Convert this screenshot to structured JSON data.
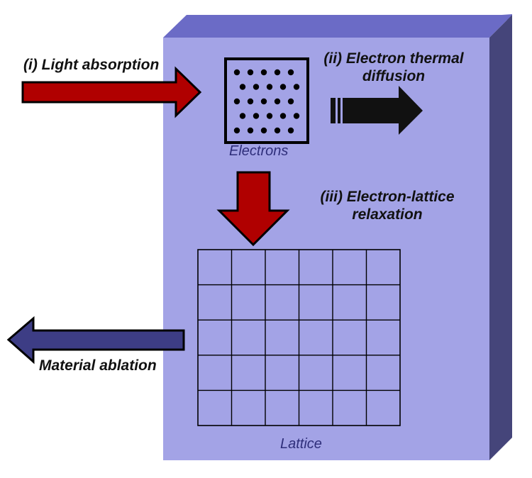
{
  "steps": {
    "absorption": "(i) Light absorption",
    "diffusion_line1": "(ii) Electron thermal",
    "diffusion_line2": "diffusion",
    "relaxation_line1": "(iii) Electron-lattice",
    "relaxation_line2": "relaxation",
    "ablation": "Material ablation"
  },
  "labels": {
    "electrons": "Electrons",
    "lattice": "Lattice"
  },
  "colors": {
    "slab_front": "#a3a3e6",
    "slab_top": "#6b6bc6",
    "slab_side": "#45457a",
    "red_arrow": "#b00000",
    "black_arrow": "#111111",
    "ablation_arrow": "#3d3d85"
  },
  "electron_dots": {
    "rows": 5,
    "cols": 5
  },
  "lattice_grid": {
    "rows": 5,
    "cols": 6
  }
}
